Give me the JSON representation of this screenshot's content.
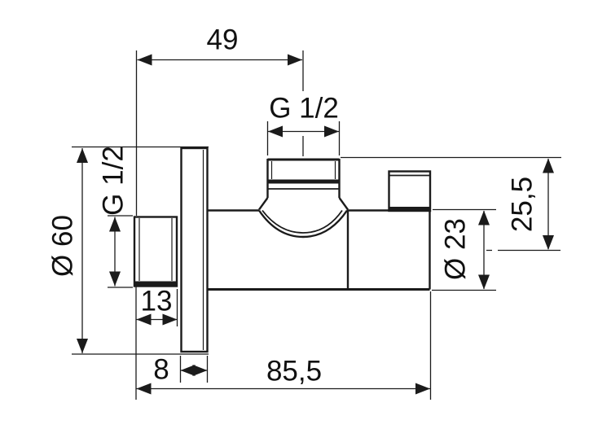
{
  "meta": {
    "type": "technical-drawing",
    "subject": "angle valve side view with dimensions",
    "background_color": "#ffffff",
    "line_color": "#1b1b1b",
    "text_color": "#111111"
  },
  "labels": {
    "top_width": "49",
    "top_thread": "G 1/2",
    "left_thread": "G 1/2",
    "plate_diameter": "Ø 60",
    "inlet_nut_depth": "13",
    "plate_thickness": "8",
    "total_depth": "85,5",
    "body_diameter": "Ø 23",
    "outlet_height": "25,5"
  }
}
